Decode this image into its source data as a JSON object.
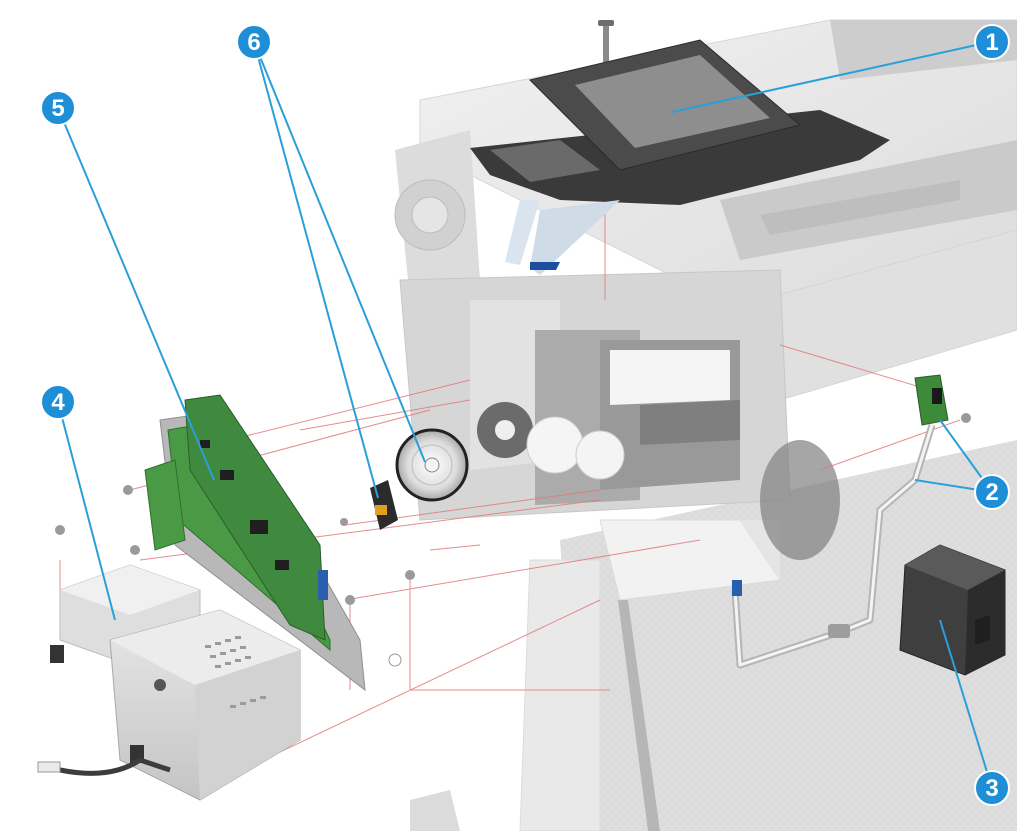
{
  "colors": {
    "callout_fill": "#1e8fd6",
    "callout_text": "#ffffff",
    "leader_line": "#2a9fd8",
    "guide_line": "#e07a7a",
    "printer_body": "#dedede",
    "board_green": "#3f8a3e",
    "psu_gray": "#cfcfcf",
    "sensor_black": "#2b2b2b",
    "ink_cartridge": "#4a4a4a"
  },
  "callouts": [
    {
      "id": "1",
      "label": "1",
      "part": "front-panel"
    },
    {
      "id": "2",
      "label": "2",
      "part": "sensor-with-cable"
    },
    {
      "id": "3",
      "label": "3",
      "part": "side-cover"
    },
    {
      "id": "4",
      "label": "4",
      "part": "power-supply-unit"
    },
    {
      "id": "5",
      "label": "5",
      "part": "main-pca"
    },
    {
      "id": "6",
      "label": "6",
      "part": "encoder-disk-and-sensor"
    }
  ]
}
